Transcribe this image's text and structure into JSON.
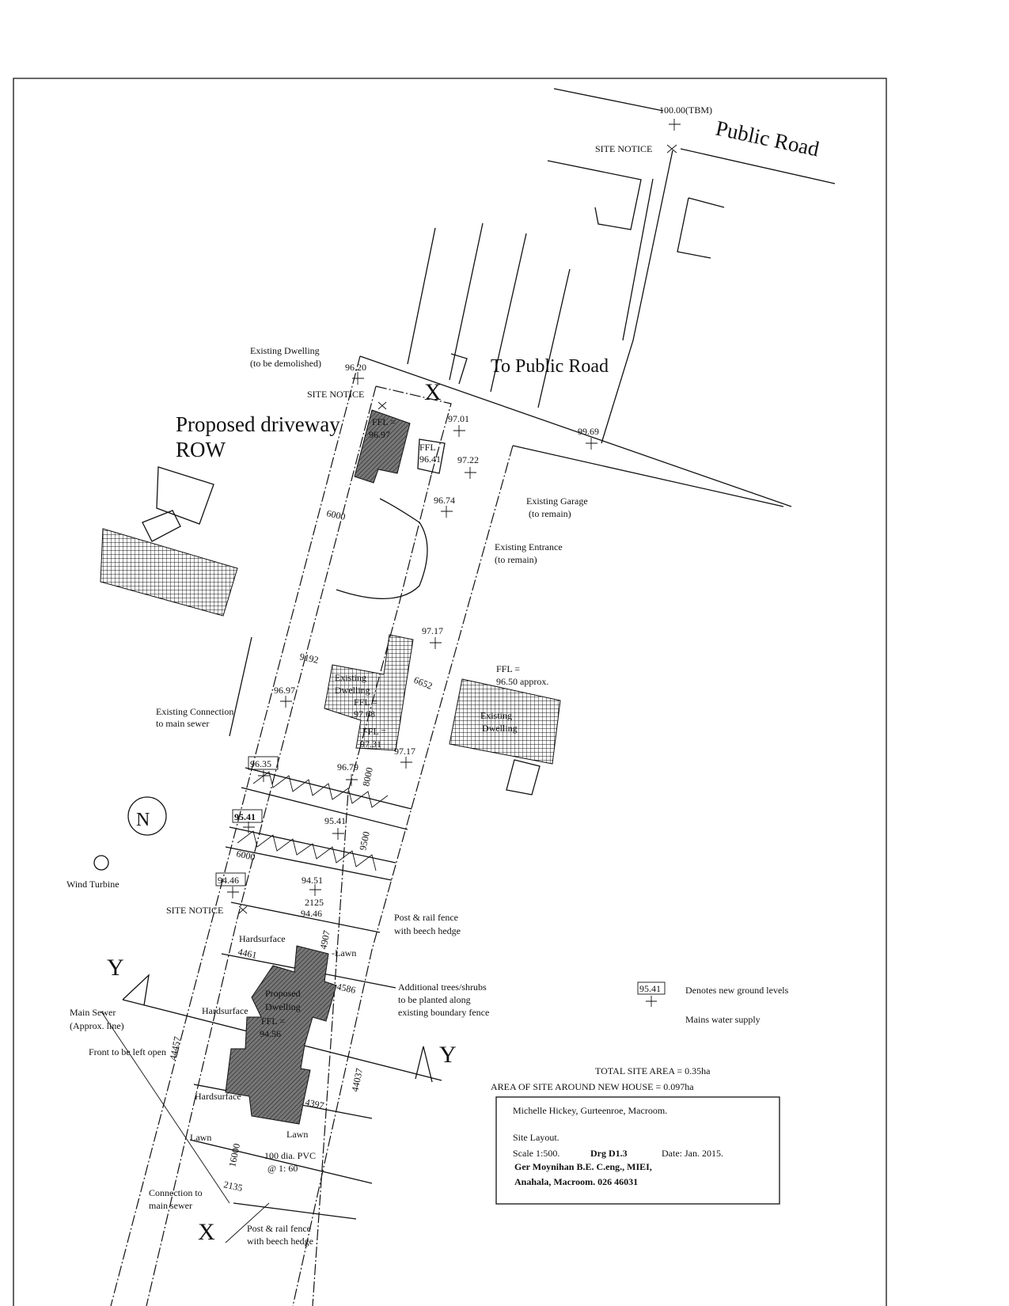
{
  "drawing": {
    "road_labels": {
      "tbm": "100.00(TBM)",
      "public_road": "Public Road",
      "to_public_road": "To Public Road",
      "site_notice_top": "SITE NOTICE"
    },
    "driveway": {
      "line1": "Proposed driveway",
      "line2": "ROW"
    },
    "existing_dwelling_demolish": {
      "line1": "Existing Dwelling",
      "line2": "(to be demolished)",
      "ffl": "FFL =",
      "level": "96.97"
    },
    "site_notice_mid": "SITE NOTICE",
    "site_notice_low": "SITE NOTICE",
    "section_marks": {
      "x_top": "X",
      "x_bottom": "X",
      "y_left": "Y",
      "y_right": "Y"
    },
    "garage": {
      "ffl": "FFL",
      "level": "96.41",
      "line1": "Existing Garage",
      "line2": "(to remain)"
    },
    "entrance": {
      "line1": "Existing Entrance",
      "line2": "(to remain)"
    },
    "levels": [
      "96.20",
      "97.01",
      "97.22",
      "99.69",
      "96.74",
      "97.17",
      "96.97",
      "97.17",
      "96.79",
      "95.41",
      "94.51",
      "94.46"
    ],
    "boxed_levels": [
      "96.35",
      "95.41",
      "94.46"
    ],
    "dimensions": [
      "6000",
      "9192",
      "6652",
      "8000",
      "9500",
      "6000",
      "2125",
      "4907",
      "4461",
      "4586",
      "44457",
      "44037",
      "4397",
      "16000",
      "2135"
    ],
    "existing_dwelling_mid": {
      "line1": "Existing",
      "line2": "Dwelling",
      "ffl": "FFL =",
      "level": "97.68",
      "ffl2": "FFL =",
      "level2": "97.31"
    },
    "neighbour_dwelling": {
      "ffl": "FFL =",
      "level": "96.50 approx.",
      "line1": "Existing",
      "line2": "Dwelling"
    },
    "existing_connection": {
      "line1": "Existing Connection",
      "line2": "to main sewer"
    },
    "wind_turbine": "Wind Turbine",
    "north": "N",
    "fence_top": {
      "line1": "Post & rail fence",
      "line2": "with beech hedge"
    },
    "fence_bottom": {
      "line1": "Post & rail fence",
      "line2": "with beech hedge"
    },
    "hardsurface": "Hardsurface",
    "lawn": "Lawn",
    "lawn_dash": "-Lawn",
    "proposed_dwelling": {
      "line1": "Proposed",
      "line2": "Dwelling",
      "ffl": "FFL =",
      "level": "94.56"
    },
    "main_sewer": {
      "line1": "Main Sewer",
      "line2": "(Approx. line)"
    },
    "front_open": "Front to be left open",
    "trees": {
      "line1": "Additional trees/shrubs",
      "line2": "to be planted along",
      "line3": "existing boundary fence"
    },
    "pvc": {
      "line1": "100 dia. PVC",
      "line2": "@ 1: 60"
    },
    "connection": {
      "line1": "Connection to",
      "line2": "main sewer"
    }
  },
  "legend": {
    "sample_level": "95.41",
    "new_ground_levels": "Denotes new ground levels",
    "mains_water": "Mains water supply"
  },
  "areas": {
    "total": "TOTAL SITE AREA = 0.35ha",
    "around_house": "AREA OF SITE AROUND NEW HOUSE = 0.097ha"
  },
  "title_block": {
    "client": "Michelle Hickey, Gurteenroe, Macroom.",
    "title": "Site Layout.",
    "scale": "Scale 1:500.",
    "drawing_no": "Drg D1.3",
    "date": "Date: Jan. 2015.",
    "engineer": "Ger Moynihan B.E. C.eng., MIEI,",
    "address": "Anahala, Macroom. 026 46031"
  }
}
